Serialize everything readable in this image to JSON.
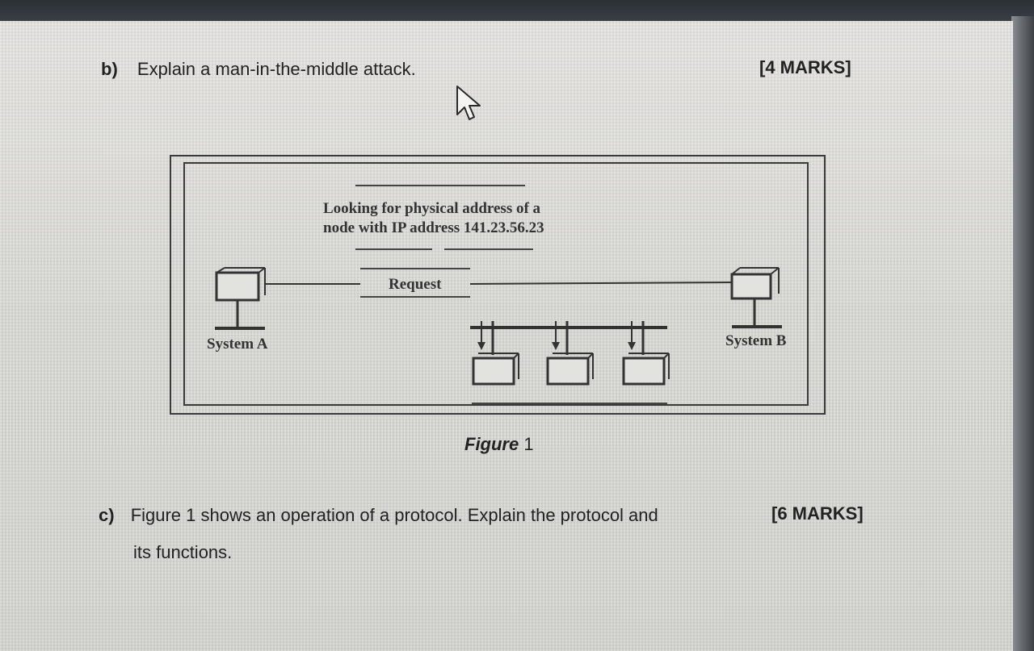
{
  "question_b": {
    "label": "b)",
    "text": "Explain a man-in-the-middle attack.",
    "marks": "[4 MARKS]"
  },
  "figure": {
    "note_line1": "Looking for physical address of a",
    "note_line2": "node with IP address 141.23.56.23",
    "request_label": "Request",
    "system_a_label": "System A",
    "system_b_label": "System B",
    "caption_italic": "Figure",
    "caption_number": "1"
  },
  "question_c": {
    "label": "c)",
    "text_line1": "Figure 1 shows an operation of a protocol. Explain  the protocol and",
    "text_line2": "its functions.",
    "marks": "[6 MARKS]"
  }
}
